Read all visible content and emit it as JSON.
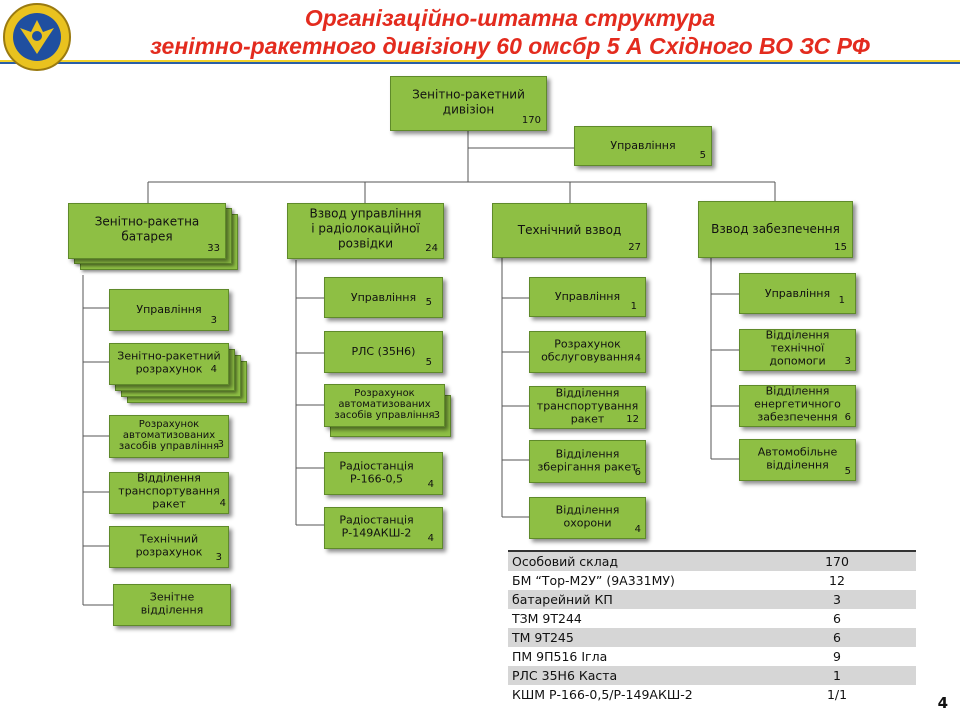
{
  "header": {
    "title_line1": "Організаційно-штатна структура",
    "title_line2": "зенітно-ракетного дивізіону  60 омсбр 5 А Східного ВО ЗС РФ"
  },
  "colors": {
    "title": "#e32b1e",
    "box": "#8ebf44",
    "band_yellow": "#f2d22c",
    "band_blue": "#2a5fa8"
  },
  "root": {
    "label": "Зенітно-ракетний\nдивізіон",
    "count": "170"
  },
  "hq": {
    "label": "Управління",
    "count": "5"
  },
  "columns": [
    {
      "label": "Зенітно-ракетна\nбатарея",
      "count": "33",
      "items": [
        {
          "label": "Управління",
          "count": "3"
        },
        {
          "label": "Зенітно-ракетний\nрозрахунок",
          "count": "4"
        },
        {
          "label": "Розрахунок\nавтоматизованих\nзасобів управління",
          "count": "3"
        },
        {
          "label": "Відділення\nтранспортування\nракет",
          "count": "4"
        },
        {
          "label": "Технічний\nрозрахунок",
          "count": "3"
        },
        {
          "label": "Зенітне\nвідділення",
          "count": ""
        }
      ]
    },
    {
      "label": "Взвод управління\nі радіолокаційної\nрозвідки",
      "count": "24",
      "items": [
        {
          "label": "Управління",
          "count": "5"
        },
        {
          "label": "РЛС (35Н6)",
          "count": "5"
        },
        {
          "label": "Розрахунок\nавтоматизованих\nзасобів управління",
          "count": "3"
        },
        {
          "label": "Радіостанція\nР-166-0,5",
          "count": "4"
        },
        {
          "label": "Радіостанція\nР-149АКШ-2",
          "count": "4"
        }
      ]
    },
    {
      "label": "Технічний  взвод",
      "count": "27",
      "items": [
        {
          "label": "Управління",
          "count": "1"
        },
        {
          "label": "Розрахунок\nобслуговування",
          "count": "4"
        },
        {
          "label": "Відділення\nтранспортування\nракет",
          "count": "12"
        },
        {
          "label": "Відділення\nзберігання ракет",
          "count": "6"
        },
        {
          "label": "Відділення\nохорони",
          "count": "4"
        }
      ]
    },
    {
      "label": "Взвод  забезпечення",
      "count": "15",
      "items": [
        {
          "label": "Управління",
          "count": "1"
        },
        {
          "label": "Відділення\nтехнічної\nдопомоги",
          "count": "3"
        },
        {
          "label": "Відділення\nенергетичного\nзабезпечення",
          "count": "6"
        },
        {
          "label": "Автомобільне\nвідділення",
          "count": "5"
        }
      ]
    }
  ],
  "stats": [
    {
      "name": "Особовий склад",
      "value": "170"
    },
    {
      "name": "БМ “Тор-М2У” (9А331МУ)",
      "value": "12"
    },
    {
      "name": "батарейний КП",
      "value": "3"
    },
    {
      "name": "ТЗМ 9Т244",
      "value": "6"
    },
    {
      "name": "ТМ 9Т245",
      "value": "6"
    },
    {
      "name": "ПМ 9П516 Ігла",
      "value": "9"
    },
    {
      "name": "РЛС 35Н6 Каста",
      "value": "1"
    },
    {
      "name": "КШМ Р-166-0,5/Р-149АКШ-2",
      "value": "1/1"
    }
  ],
  "page_number": "4"
}
